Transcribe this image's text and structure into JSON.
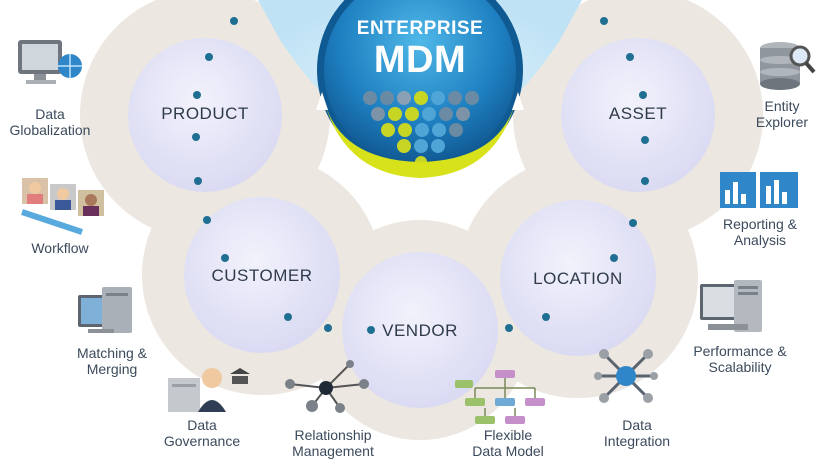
{
  "hub": {
    "line1": "ENTERPRISE",
    "line2": "MDM"
  },
  "entities": {
    "product": "PRODUCT",
    "asset": "ASSET",
    "customer": "CUSTOMER",
    "location": "LOCATION",
    "vendor": "VENDOR"
  },
  "features": {
    "data_globalization": [
      "Data",
      "Globalization"
    ],
    "workflow": [
      "Workflow"
    ],
    "matching_merging": [
      "Matching &",
      "Merging"
    ],
    "data_governance": [
      "Data",
      "Governance"
    ],
    "relationship_management": [
      "Relationship",
      "Management"
    ],
    "flexible_data_model": [
      "Flexible",
      "Data Model"
    ],
    "data_integration": [
      "Data",
      "Integration"
    ],
    "entity_explorer": [
      "Entity",
      "Explorer"
    ],
    "reporting_analysis": [
      "Reporting &",
      "Analysis"
    ],
    "performance_scalability": [
      "Performance &",
      "Scalability"
    ]
  },
  "colors": {
    "outer_ring": "#ece7e1",
    "entity_fill": "#e2e2f7",
    "hub_blue": "#1e7fc0",
    "hub_yellow": "#d7e21a",
    "dot": "#1f6f93",
    "label": "#3b4a5c"
  }
}
